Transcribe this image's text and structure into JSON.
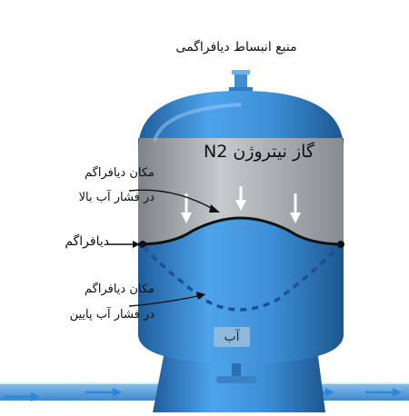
{
  "title": "منبع انبساط دیافراگمی",
  "gas_label": "گاز نیتروژن N2",
  "diaphragm_high_label_line1": "مکان دیافراگم",
  "diaphragm_high_label_line2": "در فشار آب بالا",
  "diaphragm_label": "دیافراگم",
  "diaphragm_low_label_line1": "مکان دیافراگم",
  "diaphragm_low_label_line2": "در فشار آب پایین",
  "water_label": "آب",
  "colors": {
    "tank_blue": "#3d8fd6",
    "tank_dark": "#1f5d9c",
    "gas_gray": "#a9aeb4",
    "pipe_blue": "#5aa0dc",
    "arrow": "#2f86d6"
  }
}
